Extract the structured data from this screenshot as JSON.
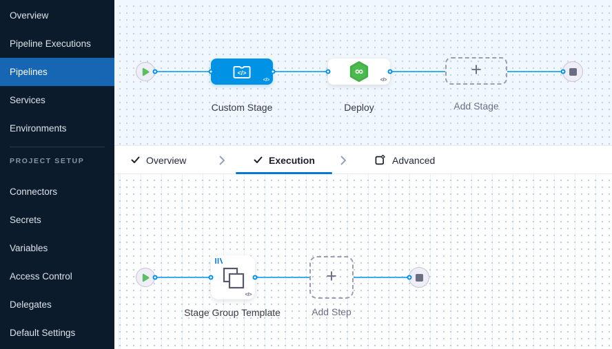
{
  "colors": {
    "nav_selected_blue": "#1766b3",
    "sidebar_bg": "#0b1b2c",
    "stage_node_blue": "#0092e4",
    "edge_blue": "#38aef0",
    "tab_underline_blue": "#0278d5",
    "deploy_green": "#4cbb4f",
    "play_green": "#5abf61",
    "stop_gray": "#6b6d80"
  },
  "icons": {
    "play_icon": "play-triangle",
    "stop_icon": "stop-square",
    "plus": "+",
    "infinity": "∞",
    "code_marker": "</>",
    "custom_stage_glyph": "</>",
    "check_icon": "checkmark",
    "chevron_icon": "chevron-right",
    "advanced_icon": "box-with-gear",
    "template_badge_icon": "template-lines",
    "stage_group_icon": "overlapping-squares",
    "deploy_icon": "green-hexagon-infinity"
  },
  "sidebar": {
    "nav_items": [
      {
        "label": "Overview",
        "selected": false
      },
      {
        "label": "Pipeline Executions",
        "selected": false
      },
      {
        "label": "Pipelines",
        "selected": true
      },
      {
        "label": "Services",
        "selected": false
      },
      {
        "label": "Environments",
        "selected": false
      }
    ],
    "section_title": "PROJECT SETUP",
    "setup_items": [
      {
        "label": "Connectors"
      },
      {
        "label": "Secrets"
      },
      {
        "label": "Variables"
      },
      {
        "label": "Access Control"
      },
      {
        "label": "Delegates"
      },
      {
        "label": "Default Settings"
      }
    ]
  },
  "tab_bar": {
    "tabs": [
      {
        "label": "Overview",
        "completed": true,
        "active": false
      },
      {
        "label": "Execution",
        "completed": true,
        "active": true
      },
      {
        "label": "Advanced",
        "completed": false,
        "active": false
      }
    ]
  },
  "stage_pipeline": {
    "nodes": [
      {
        "label": "Custom Stage",
        "type": "custom-stage"
      },
      {
        "label": "Deploy",
        "type": "deploy-stage"
      },
      {
        "label": "Add Stage",
        "type": "add-placeholder"
      }
    ]
  },
  "execution_pipeline": {
    "nodes": [
      {
        "label": "Stage Group Template",
        "type": "stage-group-template"
      },
      {
        "label": "Add Step",
        "type": "add-placeholder"
      }
    ]
  }
}
